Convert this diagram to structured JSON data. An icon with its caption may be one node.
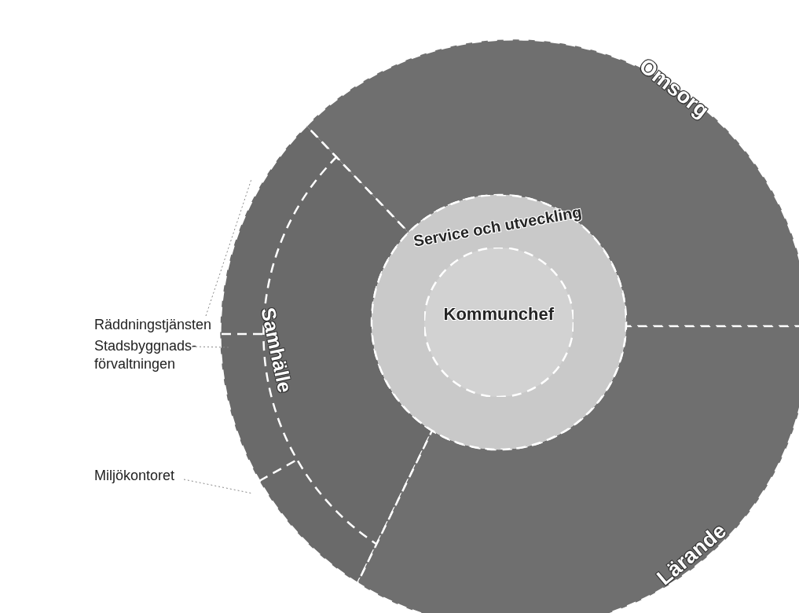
{
  "diagram": {
    "nodes": [
      {
        "text": [
          "Omsorg"
        ]
      },
      {
        "text": [
          "Samhälle"
        ]
      },
      {
        "text": [
          "Lärande"
        ]
      },
      {
        "text": [
          "Service och utveckling"
        ]
      },
      {
        "text": [
          "Kommunchef"
        ],
        "in": 3
      },
      {
        "text": [
          "Räddningstjänsten"
        ]
      },
      {
        "text": [
          "Stadsbyggnads- förvaltningen"
        ]
      },
      {
        "text": [
          "Miljökontoret"
        ]
      }
    ],
    "edges": [
      {
        "from": 5,
        "to": 1,
        "arrow": "none"
      },
      {
        "from": 6,
        "to": 1,
        "arrow": "none"
      },
      {
        "from": 7,
        "to": 1,
        "arrow": "none"
      }
    ]
  }
}
